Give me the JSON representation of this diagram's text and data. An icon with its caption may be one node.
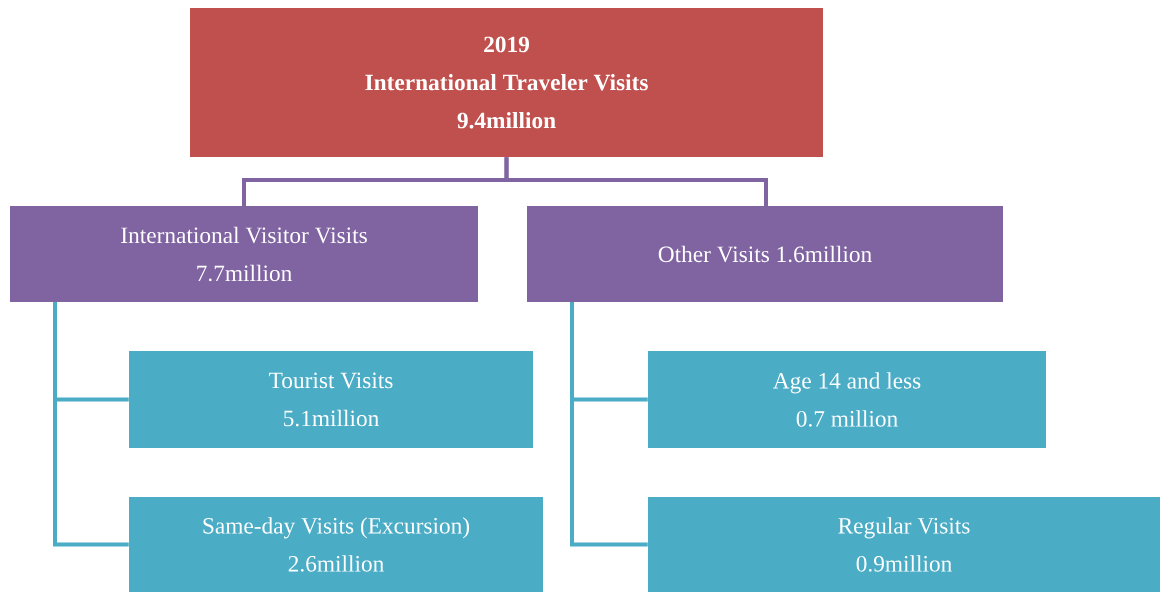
{
  "diagram": {
    "nodes": [
      {
        "text": [
          "2019",
          "International Traveler Visits",
          "9.4million"
        ]
      },
      {
        "text": [
          "International Visitor Visits",
          "7.7million"
        ]
      },
      {
        "text": [
          "Other Visits 1.6million"
        ]
      },
      {
        "text": [
          "Tourist Visits",
          "5.1million"
        ]
      },
      {
        "text": [
          "Same-day Visits (Excursion)",
          "2.6million"
        ]
      },
      {
        "text": [
          "Age 14 and less",
          "0.7 million"
        ]
      },
      {
        "text": [
          "Regular Visits",
          "0.9million"
        ]
      }
    ],
    "edges": [
      {
        "from": 0,
        "to": 1,
        "arrow": "none",
        "color": "#8064a2"
      },
      {
        "from": 0,
        "to": 2,
        "arrow": "none",
        "color": "#8064a2"
      },
      {
        "from": 1,
        "to": 3,
        "arrow": "none"
      },
      {
        "from": 1,
        "to": 4,
        "arrow": "none"
      },
      {
        "from": 2,
        "to": 5,
        "arrow": "none"
      },
      {
        "from": 2,
        "to": 6,
        "arrow": "none"
      }
    ]
  }
}
